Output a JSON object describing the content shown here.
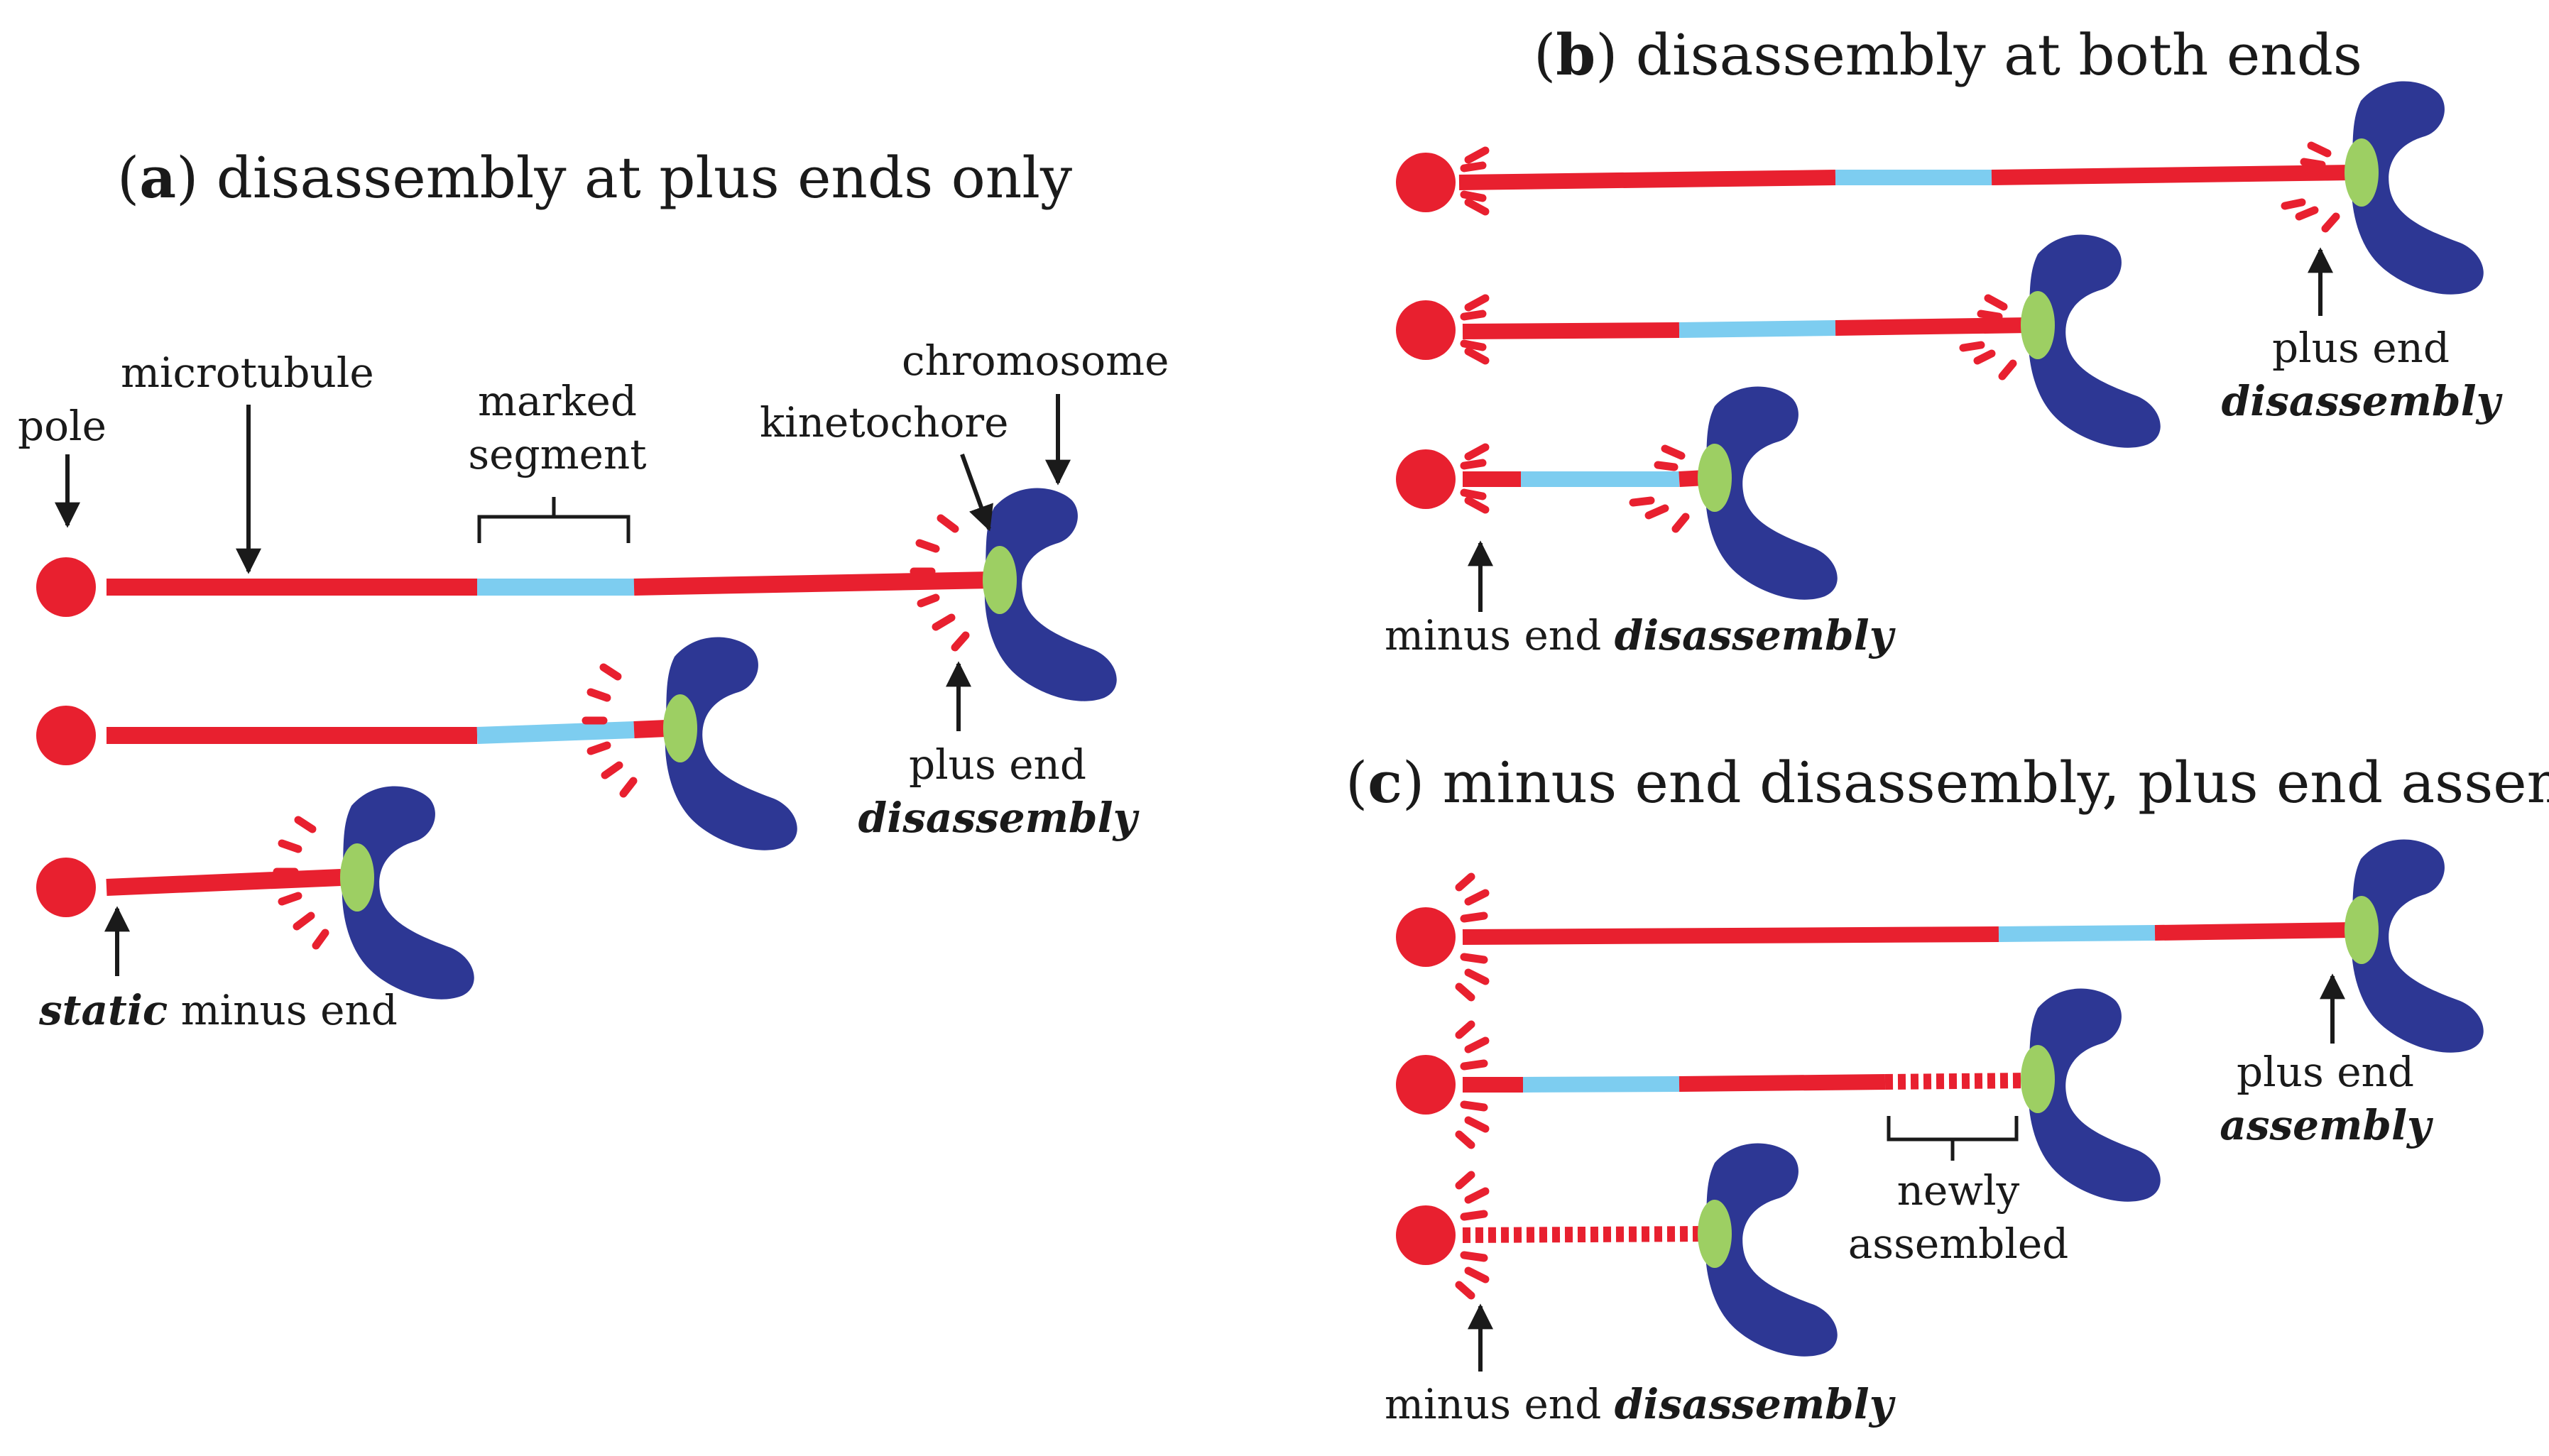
{
  "colors": {
    "microtubule": "#e8202f",
    "marked_segment": "#7dcdf0",
    "kinetochore": "#9dcf63",
    "chromosome": "#2d3794",
    "pole": "#e8202f",
    "text": "#1a1a1a"
  },
  "panel_a": {
    "title_letter": "a",
    "title_rest": ") disassembly at plus ends only",
    "labels": {
      "pole": "pole",
      "microtubule": "microtubule",
      "marked_segment_1": "marked",
      "marked_segment_2": "segment",
      "kinetochore": "kinetochore",
      "chromosome": "chromosome",
      "plus_end_1": "plus end",
      "plus_end_2": "disassembly",
      "static_minus_1": "static",
      "static_minus_2": " minus end"
    }
  },
  "panel_b": {
    "title_letter": "b",
    "title_rest": ") disassembly at both ends",
    "labels": {
      "plus_end_1": "plus end",
      "plus_end_2": "disassembly",
      "minus_end_1": "minus end ",
      "minus_end_2": "disassembly"
    }
  },
  "panel_c": {
    "title_letter": "c",
    "title_rest": ") minus end disassembly, plus end assembly",
    "labels": {
      "plus_end_1": "plus end",
      "plus_end_2": "assembly",
      "newly_1": "newly",
      "newly_2": "assembled",
      "minus_end_1": "minus end ",
      "minus_end_2": "disassembly"
    }
  }
}
